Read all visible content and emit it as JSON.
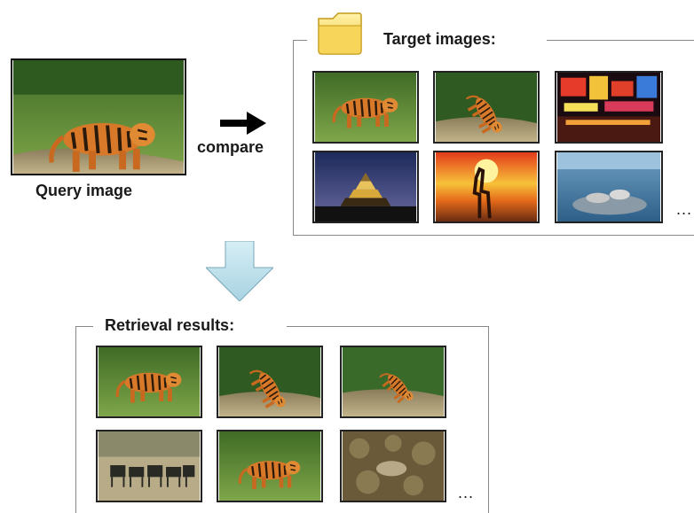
{
  "query": {
    "label": "Query image",
    "image": "tiger-walking-on-grass"
  },
  "compare": {
    "label": "compare",
    "icon": "arrow-right-icon"
  },
  "target_panel": {
    "title": "Target images:",
    "icon": "folder-icon",
    "images": [
      "tiger-in-grass",
      "tiger-walking-on-path",
      "city-neon-lights-night",
      "japanese-castle-dusk",
      "giraffe-silhouette-sunset",
      "seals-on-rock"
    ],
    "more": "..."
  },
  "flow_arrow": {
    "icon": "arrow-down-icon",
    "color": "#b9dce8"
  },
  "results_panel": {
    "title": "Retrieval results:",
    "images": [
      "tiger-in-grass",
      "tiger-walking-on-path",
      "tiger-on-path-distance",
      "zebras-herd",
      "tiger-walking-grass",
      "camouflaged-animal-in-brush"
    ],
    "more": "..."
  }
}
